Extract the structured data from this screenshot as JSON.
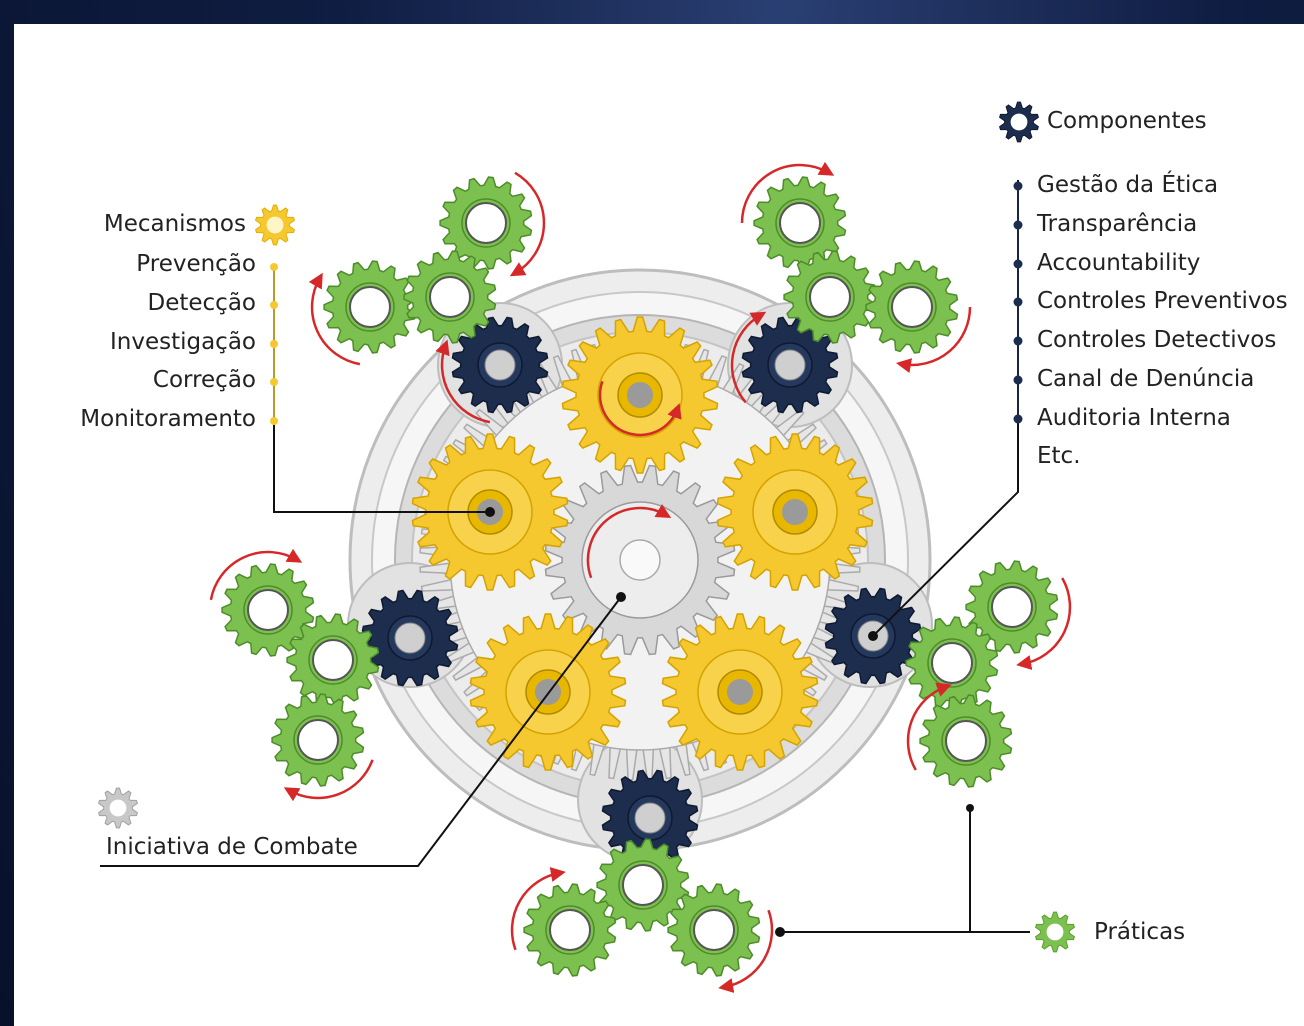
{
  "colors": {
    "frame_dark": "#0b1530",
    "green": "#7cc04f",
    "yellow": "#f5c830",
    "navy": "#1c2d4e",
    "arrow_red": "#d62828",
    "housing_gray": "#d9d9d9"
  },
  "mecanismos": {
    "title": "Mecanismos",
    "icon": "sun-gear-icon",
    "items": [
      "Prevenção",
      "Detecção",
      "Investigação",
      "Correção",
      "Monitoramento"
    ]
  },
  "componentes": {
    "title": "Componentes",
    "icon": "dark-gear-icon",
    "items": [
      "Gestão da Ética",
      "Transparência",
      "Accountability",
      "Controles Preventivos",
      "Controles Detectivos",
      "Canal de Denúncia",
      "Auditoria Interna",
      "Etc."
    ]
  },
  "iniciativa": {
    "title": "Iniciativa de Combate",
    "icon": "gray-gear-icon"
  },
  "praticas": {
    "title": "Práticas",
    "icon": "green-gear-icon"
  }
}
